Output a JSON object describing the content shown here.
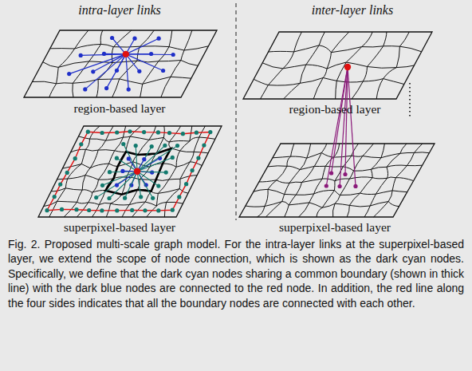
{
  "diagram": {
    "caption": "Fig. 2. Proposed multi-scale graph model. For the intra-layer links at the superpixel-based layer, we extend the scope of node connection, which is shown as the dark cyan nodes. Specifically, we define that the dark cyan nodes sharing a common boundary (shown in thick line) with the dark blue nodes are connected to the red node. In addition, the red line along the four sides indicates that all the boundary nodes are connected with each other.",
    "labels": [
      "intra-layer links",
      "inter-layer links",
      "region-based layer",
      "region-based layer",
      "superpixel-based layer",
      "superpixel-based layer"
    ]
  }
}
